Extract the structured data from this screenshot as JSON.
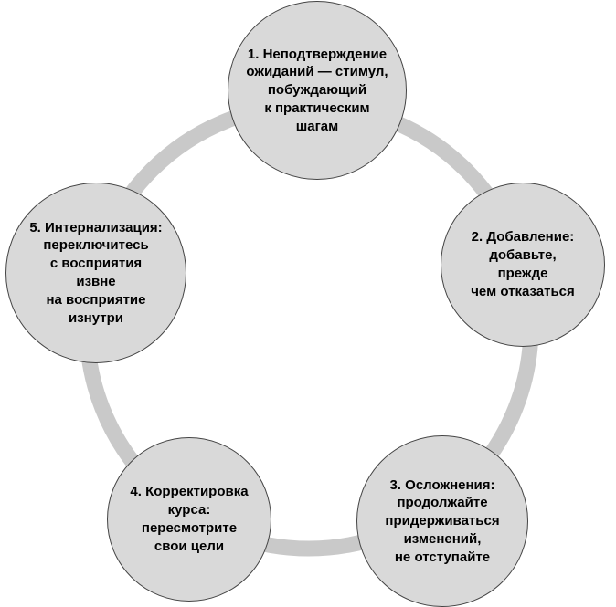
{
  "figure": {
    "type": "cycle-diagram",
    "nodes": [
      {
        "label": "1. Неподтверждение\nожиданий — стимул,\nпобуждающий\nк практическим\nшагам"
      },
      {
        "label": "2. Добавление:\nдобавьте,\nпрежде\nчем отказаться"
      },
      {
        "label": "3. Осложнения:\nпродолжайте\nпридерживаться\nизменений,\nне отступайте"
      },
      {
        "label": "4. Корректировка\nкурса:\nпересмотрите\nсвои цели"
      },
      {
        "label": "5. Интернализация:\nпереключитесь\nс восприятия\nизвне\nна восприятие\nизнутри"
      }
    ],
    "colors": {
      "node_fill": "#d9d9d9",
      "node_border": "#444444",
      "ring": "#c9c9c9",
      "background": "#ffffff",
      "text": "#000000"
    }
  }
}
